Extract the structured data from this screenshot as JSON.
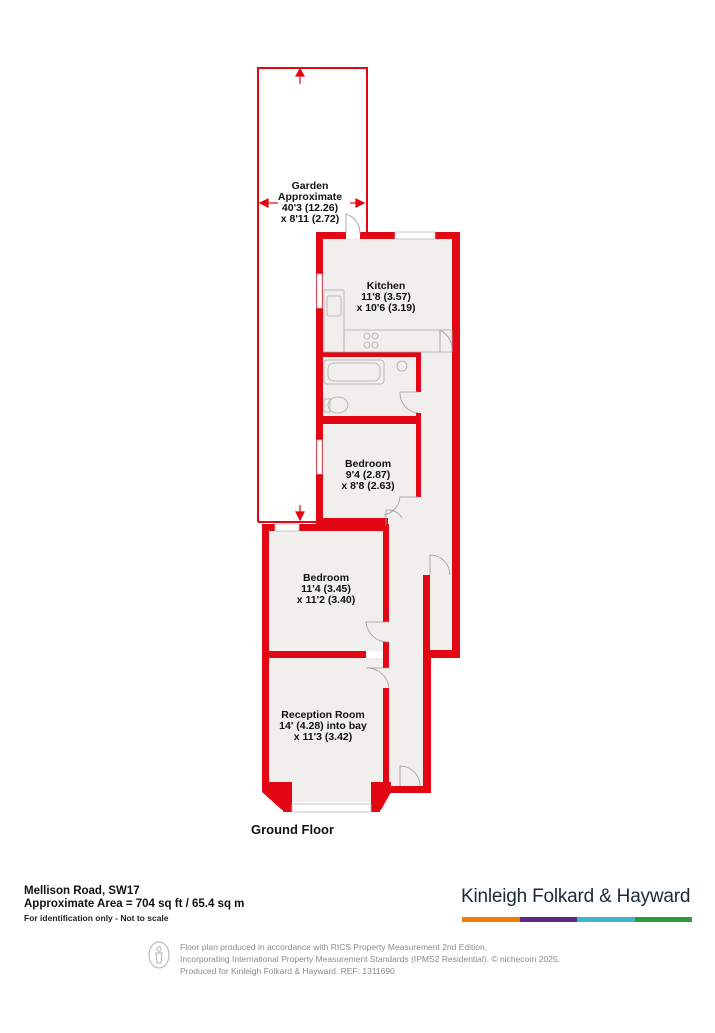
{
  "floor_plan": {
    "floor_label": "Ground Floor",
    "rooms": [
      {
        "name": "Garden",
        "lines": [
          "Approximate",
          "40'3 (12.26)",
          "x 8'11 (2.72)"
        ]
      },
      {
        "name": "Kitchen",
        "lines": [
          "11'8 (3.57)",
          "x 10'6 (3.19)"
        ]
      },
      {
        "name": "Bedroom",
        "lines": [
          "9'4 (2.87)",
          "x 8'8 (2.63)"
        ]
      },
      {
        "name": "Bedroom",
        "lines": [
          "11'4 (3.45)",
          "x 11'2 (3.40)"
        ]
      },
      {
        "name": "Reception Room",
        "lines": [
          "14' (4.28) into bay",
          "x 11'3 (3.42)"
        ]
      }
    ],
    "wall_color": "#e30613",
    "floor_color": "#f0efee"
  },
  "property": {
    "address": "Mellison Road, SW17",
    "area": "Approximate Area = 704 sq ft / 65.4 sq m",
    "disclaimer": "For identification only - Not to scale"
  },
  "brand": {
    "name": "Kinleigh Folkard & Hayward",
    "bar_colors": [
      "#f07d00",
      "#5b2a86",
      "#3fb6c9",
      "#2f9a3f"
    ]
  },
  "footer": {
    "lines": [
      "Floor plan produced in accordance with RICS Property Measurement 2nd Edition,",
      "Incorporating International Property Measurement Standards (IPMS2 Residential).  © nichecom 2025.",
      "Produced for Kinleigh Folkard & Hayward.   REF: 1311690"
    ],
    "badge_icon": "rics-person-icon"
  }
}
